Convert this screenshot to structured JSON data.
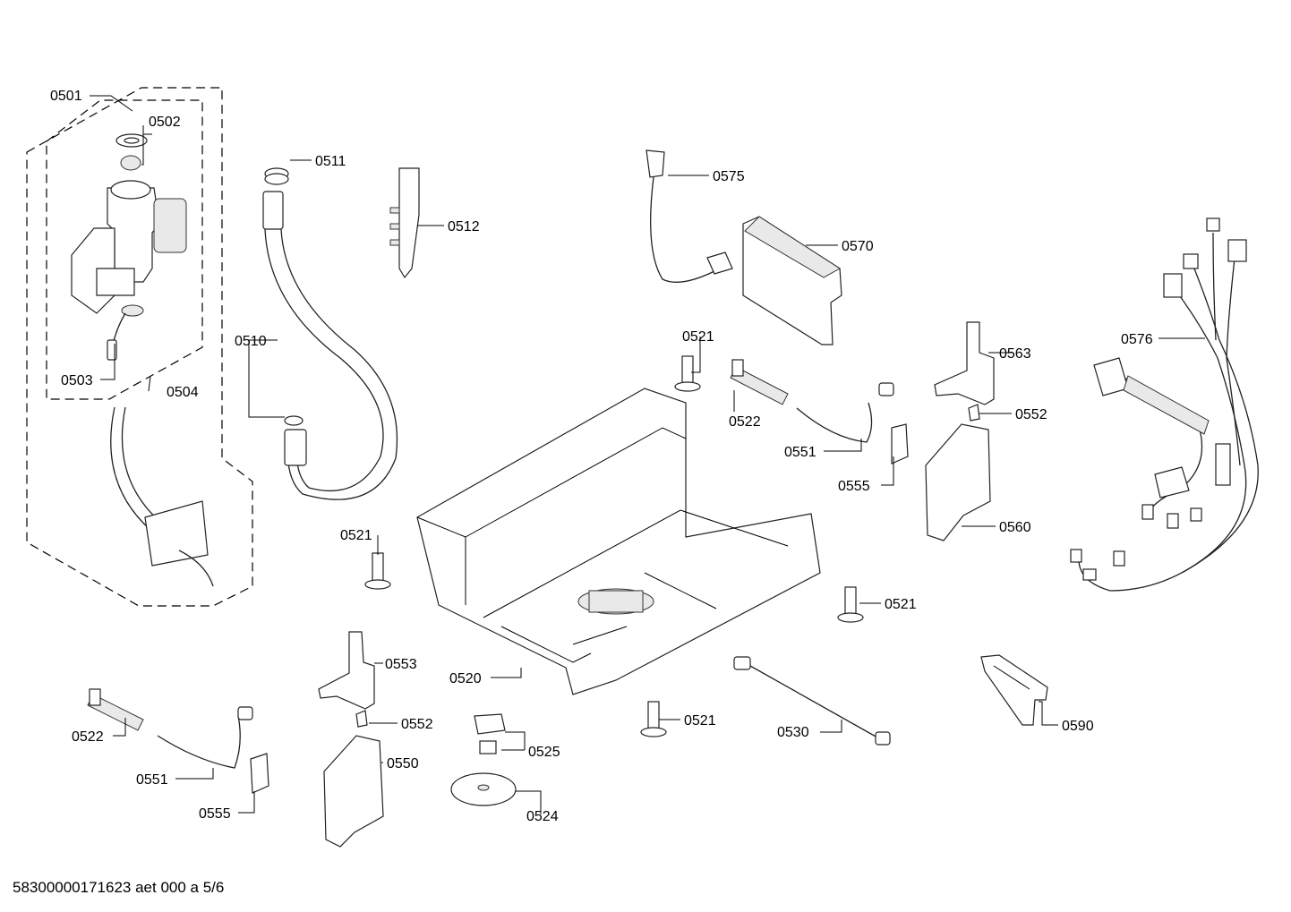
{
  "labels": {
    "p0501": "0501",
    "p0502": "0502",
    "p0503": "0503",
    "p0504": "0504",
    "p0510": "0510",
    "p0511": "0511",
    "p0512": "0512",
    "p0575": "0575",
    "p0570": "0570",
    "p0576": "0576",
    "p0521_a": "0521",
    "p0522_a": "0522",
    "p0551_a": "0551",
    "p0555_a": "0555",
    "p0563": "0563",
    "p0552_a": "0552",
    "p0560": "0560",
    "p0521_b": "0521",
    "p0521_c": "0521",
    "p0553": "0553",
    "p0552_b": "0552",
    "p0520": "0520",
    "p0521_d": "0521",
    "p0525": "0525",
    "p0530": "0530",
    "p0590": "0590",
    "p0522_b": "0522",
    "p0550": "0550",
    "p0551_b": "0551",
    "p0555_b": "0555",
    "p0524": "0524"
  },
  "footer": {
    "text": "58300000171623 aet 000 a 5/6"
  }
}
